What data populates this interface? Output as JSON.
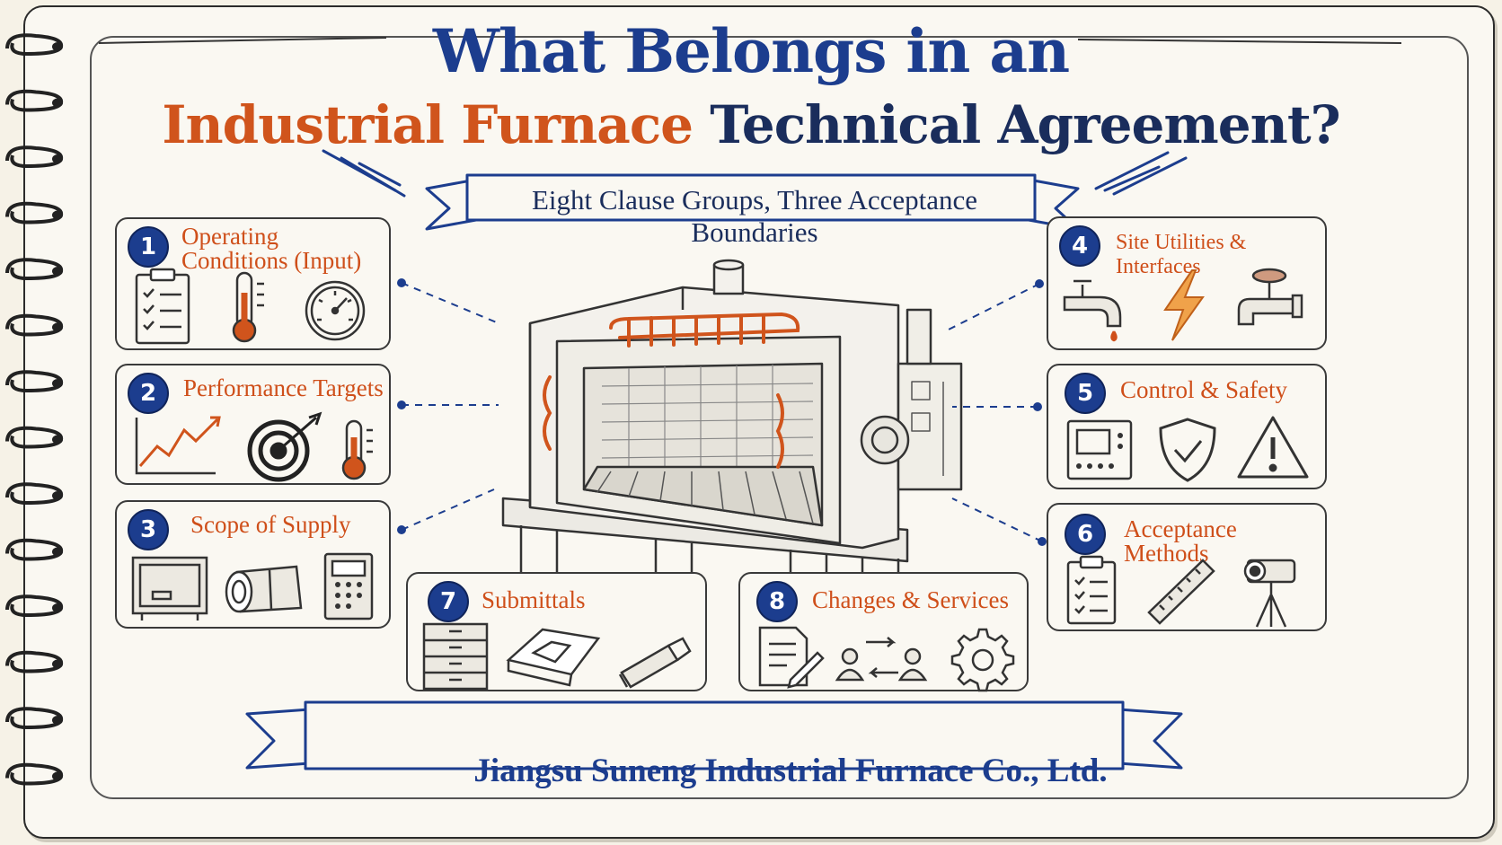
{
  "header": {
    "title_line1": "What Belongs in an",
    "title_line2_highlight": "Industrial Furnace",
    "title_line2_rest": "Technical Agreement?",
    "subtitle": "Eight Clause Groups, Three Acceptance Boundaries"
  },
  "cards": [
    {
      "number": "1",
      "title": "Operating Conditions (Input)",
      "icons": [
        "clipboard-checklist-icon",
        "thermometer-icon",
        "pressure-gauge-icon"
      ]
    },
    {
      "number": "2",
      "title": "Performance Targets",
      "icons": [
        "rising-chart-icon",
        "target-icon",
        "thermometer-icon"
      ]
    },
    {
      "number": "3",
      "title": "Scope of Supply",
      "icons": [
        "furnace-cabinet-icon",
        "pipe-fitting-icon",
        "control-panel-icon"
      ]
    },
    {
      "number": "4",
      "title": "Site Utilities & Interfaces",
      "icons": [
        "water-tap-icon",
        "lightning-bolt-icon",
        "valve-pipe-icon"
      ]
    },
    {
      "number": "5",
      "title": "Control & Safety",
      "icons": [
        "control-unit-icon",
        "shield-check-icon",
        "warning-triangle-icon"
      ]
    },
    {
      "number": "6",
      "title": "Acceptance Methods",
      "icons": [
        "clipboard-checklist-icon",
        "ruler-icon",
        "camera-tripod-icon"
      ]
    },
    {
      "number": "7",
      "title": "Submittals",
      "icons": [
        "file-cabinet-icon",
        "drawing-sheet-icon",
        "usb-drive-icon"
      ]
    },
    {
      "number": "8",
      "title": "Changes & Services",
      "icons": [
        "document-edit-icon",
        "people-exchange-icon",
        "gear-icon"
      ]
    }
  ],
  "footer": {
    "company": "Jiangsu Suneng Industrial Furnace Co., Ltd."
  },
  "colors": {
    "navy": "#1c3d8e",
    "orange": "#cf4f1a",
    "ink": "#2b2b2b",
    "paper": "#faf8f2"
  }
}
